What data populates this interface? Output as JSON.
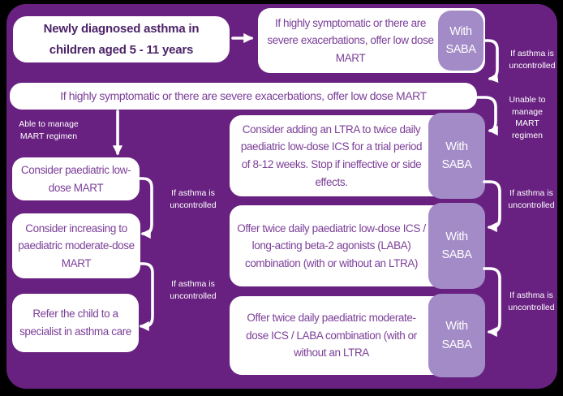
{
  "colors": {
    "page_bg": "#000000",
    "board_bg": "#682180",
    "node_bg": "#FFFFFF",
    "node_text": "#7C3F98",
    "title_text": "#4C2468",
    "saba_tag_bg": "#A28BC6",
    "saba_tag_text": "#FFFFFF",
    "connector": "#FFFFFF",
    "label_text": "#FFFFFF"
  },
  "nodes": {
    "start": "Newly diagnosed  asthma in children aged 5 - 11 years",
    "offer_mart_top": "If highly symptomatic or there are severe exacerbations, offer low dose MART",
    "offer_mart_wide": "If highly symptomatic or there are severe exacerbations, offer low dose MART",
    "consider_low_mart": "Consider paediatric low-dose MART",
    "consider_moderate_mart": "Consider increasing to paediatric moderate-dose MART",
    "refer_specialist": "Refer the child to a specialist in asthma care",
    "ltra_trial": "Consider adding an LTRA to twice daily paediatric low-dose ICS for a trial period of 8-12 weeks. Stop if ineffective or side effects.",
    "ics_laba_low": "Offer twice daily paediatric low-dose ICS / long-acting beta-2 agonists (LABA) combination (with or without an LTRA)",
    "ics_laba_moderate": "Offer twice daily paediatric moderate-dose ICS / LABA combination (with or without an LTRA",
    "with_saba": "With SABA"
  },
  "edge_labels": {
    "if_uncontrolled": "If asthma is uncontrolled",
    "unable_manage": "Unable to manage MART regimen",
    "able_manage": "Able to manage MART regimen"
  }
}
